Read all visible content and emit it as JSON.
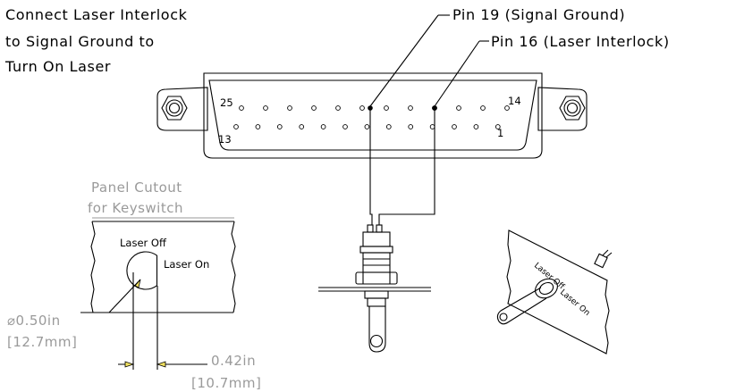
{
  "instruction": [
    "Connect Laser Interlock",
    "to Signal Ground to",
    "Turn On Laser"
  ],
  "pins": {
    "signal_ground": "Pin 19 (Signal Ground)",
    "laser_interlock": "Pin 16 (Laser Interlock)"
  },
  "connector": {
    "pin_25": "25",
    "pin_14": "14",
    "pin_13": "13",
    "pin_1": "1"
  },
  "cutout": {
    "title": [
      "Panel Cutout",
      "for Keyswitch"
    ],
    "laser_off": "Laser Off",
    "laser_on": "Laser On",
    "diameter_in": "⌀0.50in",
    "diameter_mm": "[12.7mm]",
    "flat_in": "0.42in",
    "flat_mm": "[10.7mm]"
  },
  "keyswitch_3d": {
    "laser_off": "Laser Off",
    "laser_on": "Laser On"
  }
}
